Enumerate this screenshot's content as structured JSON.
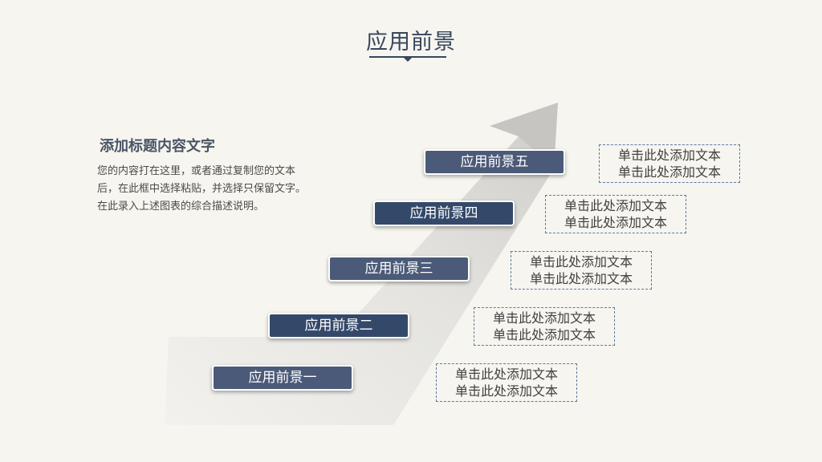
{
  "page": {
    "title": "应用前景",
    "heading": "添加标题内容文字",
    "body": "您的内容打在这里，或者通过复制您的文本后，在此框中选择粘贴，并选择只保留文字。在此录入上述图表的综合描述说明。"
  },
  "steps": [
    {
      "label": "应用前景一",
      "note_line1": "单击此处添加文本",
      "note_line2": "单击此处添加文本"
    },
    {
      "label": "应用前景二",
      "note_line1": "单击此处添加文本",
      "note_line2": "单击此处添加文本"
    },
    {
      "label": "应用前景三",
      "note_line1": "单击此处添加文本",
      "note_line2": "单击此处添加文本"
    },
    {
      "label": "应用前景四",
      "note_line1": "单击此处添加文本",
      "note_line2": "单击此处添加文本"
    },
    {
      "label": "应用前景五",
      "note_line1": "单击此处添加文本",
      "note_line2": "单击此处添加文本"
    }
  ],
  "colors": {
    "background": "#f6f5ef",
    "title": "#37475c",
    "step_light": "#4b5a78",
    "step_dark": "#34496a",
    "note_border": "#5b7aa6"
  }
}
